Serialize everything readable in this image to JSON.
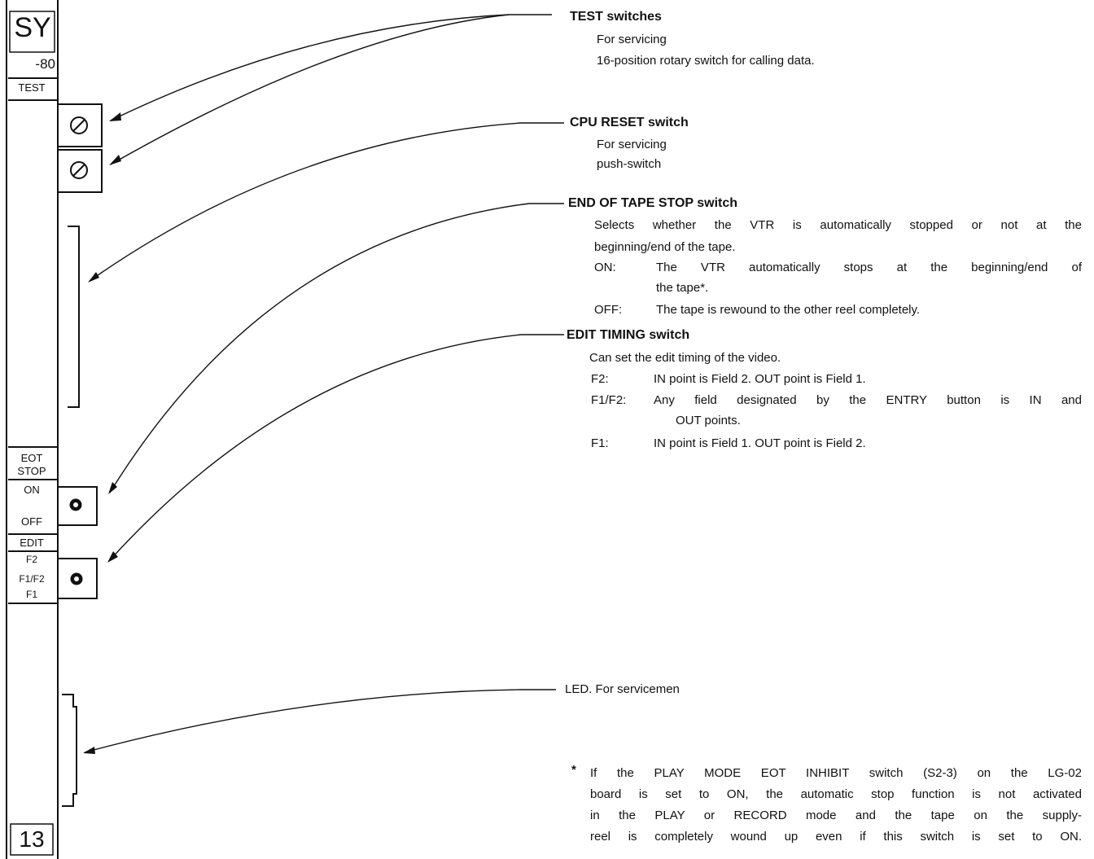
{
  "panel": {
    "model_top": "SY",
    "model_bottom": "-80",
    "test_label": "TEST",
    "eot_label_1": "EOT",
    "eot_label_2": "STOP",
    "eot_on": "ON",
    "eot_off": "OFF",
    "edit_label": "EDIT",
    "edit_f2": "F2",
    "edit_f1f2": "F1/F2",
    "edit_f1": "F1",
    "slot_number": "13"
  },
  "callouts": {
    "test": {
      "heading": "TEST switches",
      "lines": [
        "For servicing",
        "16-position rotary switch for calling data."
      ]
    },
    "cpu_reset": {
      "heading": "CPU RESET switch",
      "lines": [
        "For servicing",
        "push-switch"
      ]
    },
    "eot": {
      "heading": "END OF TAPE STOP switch",
      "desc_1": "Selects whether the VTR is automatically stopped or not at the",
      "desc_2": "beginning/end of the tape.",
      "on_term": "ON:",
      "on_text_1": "The VTR automatically stops at the beginning/end of",
      "on_text_2": "the tape*.",
      "off_term": "OFF:",
      "off_text": "The tape is rewound to the other reel completely."
    },
    "edit": {
      "heading": "EDIT TIMING switch",
      "desc": "Can set the edit timing of the video.",
      "f2_term": "F2:",
      "f2_text": "IN point is Field 2. OUT point is Field 1.",
      "f1f2_term": "F1/F2:",
      "f1f2_text_1": "Any field designated by the ENTRY button is IN and",
      "f1f2_text_2": "OUT points.",
      "f1_term": "F1:",
      "f1_text": "IN point is Field 1. OUT point is Field 2."
    },
    "led": {
      "text": "LED. For servicemen"
    }
  },
  "footnote": {
    "marker": "*",
    "line_1": "If the PLAY MODE EOT INHIBIT switch (S2-3) on the LG-02",
    "line_2": "board is set to ON, the automatic stop function is not activated",
    "line_3": "in the PLAY or RECORD mode and the tape on the supply-",
    "line_4": "reel is completely wound up even if this switch is set to ON."
  }
}
